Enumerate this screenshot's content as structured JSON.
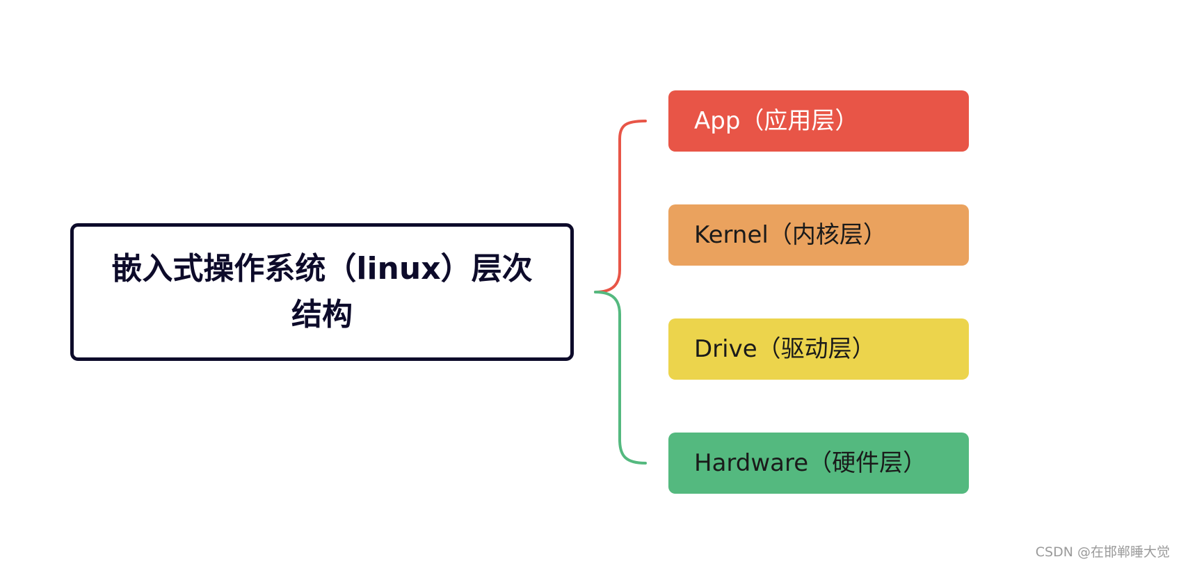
{
  "diagram": {
    "root": {
      "label": "嵌入式操作系统（linux）层次结构"
    },
    "layers": [
      {
        "label": "App（应用层）",
        "color": "#e85547",
        "text_color": "#ffffff"
      },
      {
        "label": "Kernel（内核层）",
        "color": "#eaa25e",
        "text_color": "#1a1a1a"
      },
      {
        "label": "Drive（驱动层）",
        "color": "#ecd44c",
        "text_color": "#1a1a1a"
      },
      {
        "label": "Hardware（硬件层）",
        "color": "#54b97f",
        "text_color": "#1a1a1a"
      }
    ],
    "connectors": {
      "upper_color": "#e85547",
      "lower_color": "#54b97f"
    }
  },
  "watermark": "CSDN @在邯郸睡大觉"
}
